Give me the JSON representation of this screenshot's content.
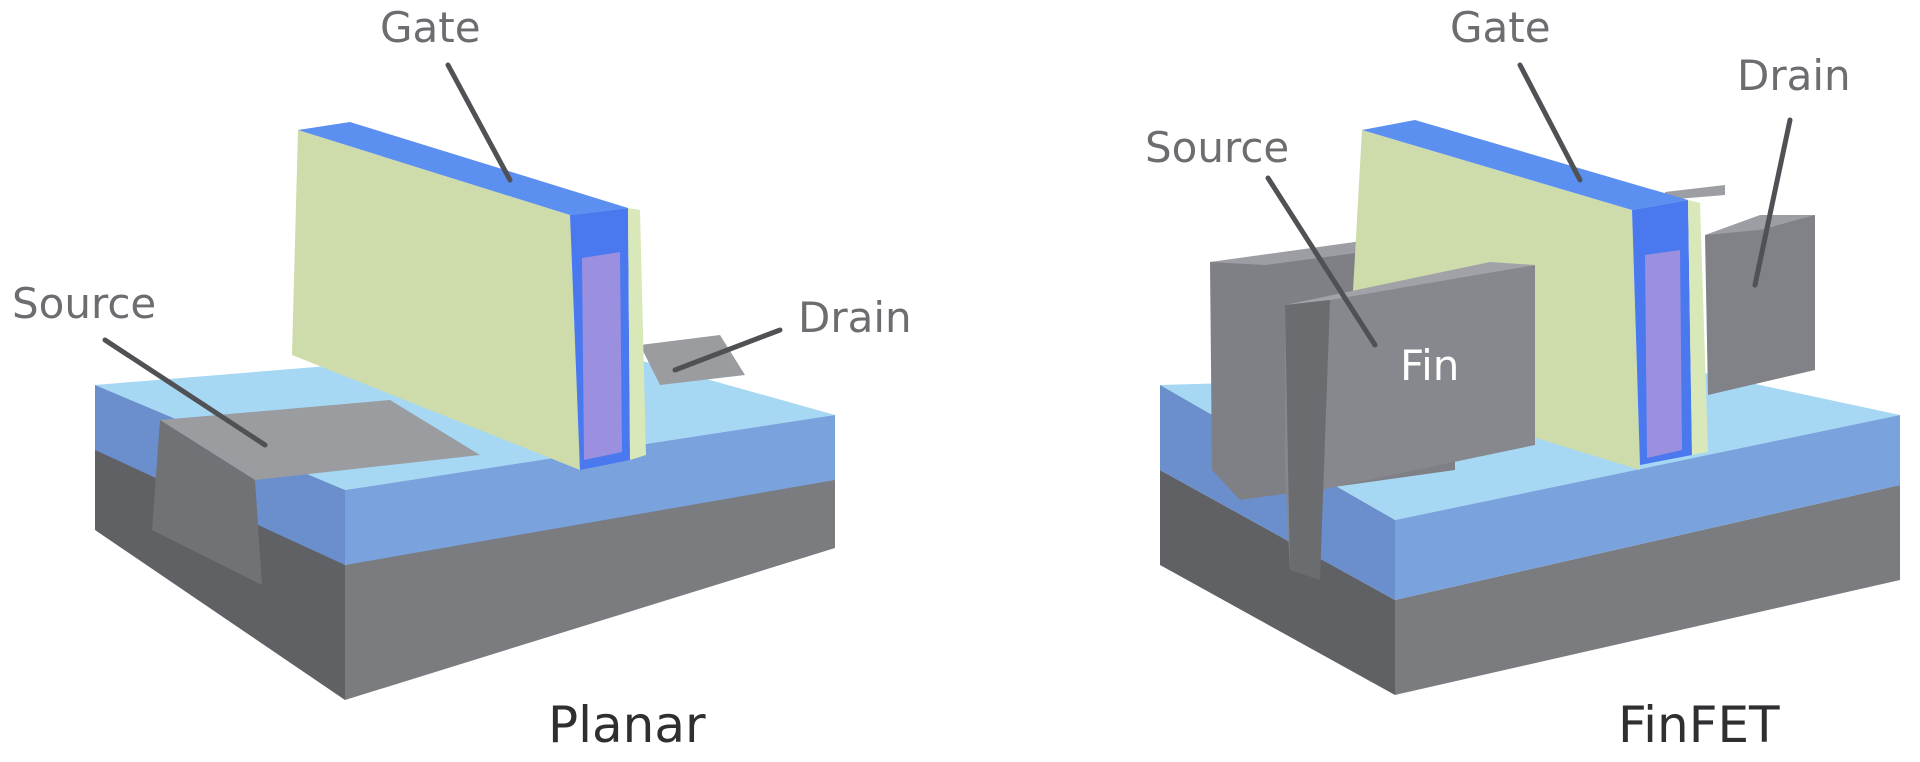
{
  "diagrams": [
    {
      "title": "Planar",
      "labels": {
        "gate": "Gate",
        "source": "Source",
        "drain": "Drain"
      }
    },
    {
      "title": "FinFET",
      "labels": {
        "gate": "Gate",
        "source": "Source",
        "drain": "Drain",
        "fin": "Fin"
      }
    }
  ],
  "colors": {
    "substrate_top": "#8f9298",
    "substrate_front": "#7a7c80",
    "substrate_side": "#606266",
    "oxide_top": "#a6d8f4",
    "oxide_front": "#7aa2dd",
    "oxide_side": "#6b8fcc",
    "channel_top": "#9a9ca0",
    "gate_face": "#cddcaa",
    "gate_blue": "#5b8ff0",
    "gate_purple": "#9b8fe0",
    "fin_face": "#808287",
    "fin_top": "#9c9ea3"
  }
}
